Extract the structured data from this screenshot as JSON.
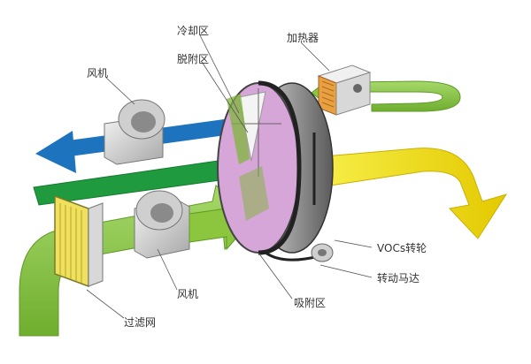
{
  "labels": {
    "cooling_zone": "冷却区",
    "desorption_zone": "脱附区",
    "heater": "加热器",
    "fan_top": "风机",
    "fan_bottom": "风机",
    "vocs_wheel": "VOCs转轮",
    "drive_motor": "转动马达",
    "adsorption_zone": "吸附区",
    "filter": "过滤网"
  },
  "colors": {
    "green_arrow": "#8cc63f",
    "green_dark": "#2e8b2e",
    "blue_arrow": "#1e73be",
    "yellow_arrow": "#f2e600",
    "wheel_face": "#d6a6d9",
    "wheel_rim": "#555555",
    "heater_body": "#e8a040",
    "filter_frame": "#f0e060"
  }
}
